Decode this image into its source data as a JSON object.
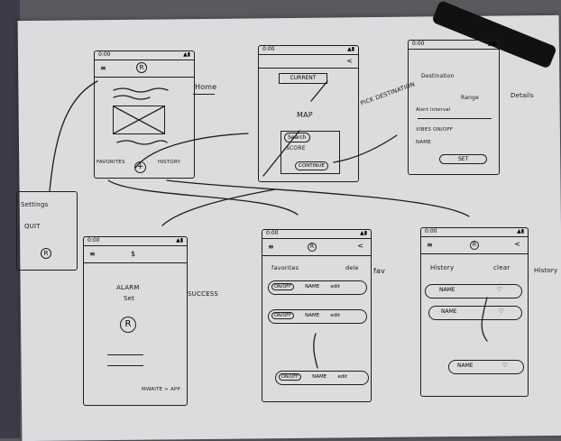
{
  "screens": {
    "home": {
      "time": "0:00",
      "signal": "▲▮",
      "menu_icon": "≡",
      "logo": "R",
      "label": "Home",
      "left_btn": "FAVORITES",
      "right_btn": "HISTORY",
      "add_icon": "+"
    },
    "map": {
      "time": "0:00",
      "signal": "▲▮",
      "back_icon": "<",
      "current_field": "CURRENT",
      "map_label": "MAP",
      "search_pill": "Search",
      "score_label": "SCORE",
      "continue_btn": "CONTINUE",
      "side_label": "PICK DESTINATION"
    },
    "details": {
      "time": "0:00",
      "signal": "▲▮",
      "destination": "Destination",
      "range": "Range",
      "alert_interval": "Alert interval",
      "vibration": "VIBES ON/OFF",
      "name": "NAME",
      "set_btn": "SET",
      "side_label": "Details"
    },
    "settings": {
      "line1": "Settings",
      "line2": "QUIT",
      "logo": "R"
    },
    "success": {
      "time": "0:00",
      "signal": "▲▮",
      "menu_icon": "≡",
      "currency": "$",
      "alarm": "ALARM",
      "set": "Set",
      "logo": "R",
      "footer": "MWAITE > APP",
      "side_label": "SUCCESS"
    },
    "favorites": {
      "time": "0:00",
      "signal": "▲▮",
      "menu_icon": "≡",
      "logo": "R",
      "back_icon": "<",
      "title": "favorites",
      "delete": "dele",
      "rows": [
        {
          "toggle": "ON/OFF",
          "name": "NAME",
          "action": "edit"
        },
        {
          "toggle": "ON/OFF",
          "name": "NAME",
          "action": "edit"
        },
        {
          "toggle": "ON/OFF",
          "name": "NAME",
          "action": "edit"
        }
      ],
      "side_label": "fav"
    },
    "history": {
      "time": "0:00",
      "signal": "▲▮",
      "menu_icon": "≡",
      "logo": "R",
      "back_icon": "<",
      "title": "History",
      "clear": "clear",
      "rows": [
        {
          "name": "NAME",
          "icon": "♡"
        },
        {
          "name": "NAME",
          "icon": "♡"
        },
        {
          "name": "NAME",
          "icon": "♡"
        }
      ],
      "side_label": "History"
    }
  }
}
